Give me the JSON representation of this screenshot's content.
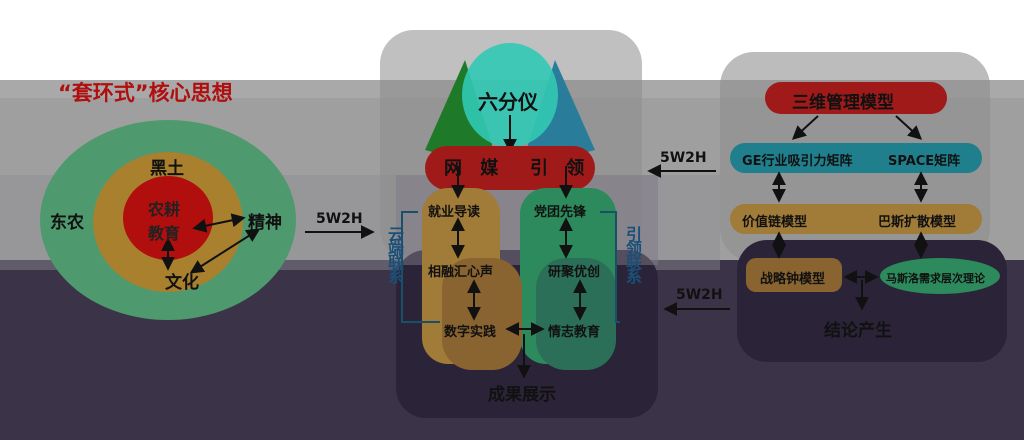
{
  "title": "“套环式”核心思想",
  "rings": {
    "outer": "东农",
    "middle_top": "黑土",
    "middle_right": "精神",
    "middle_bottom": "文化",
    "inner_line1": "农耕",
    "inner_line2": "教育"
  },
  "arrows": {
    "left_to_center": "5W2H",
    "right_top": "5W2H",
    "right_bottom": "5W2H"
  },
  "center": {
    "top": "六分仪",
    "left_header": "网 媒",
    "right_header": "引 领",
    "left_items": [
      "就业导读",
      "相融汇心声",
      "数字实践"
    ],
    "right_items": [
      "党团先锋",
      "研聚优创",
      "情志教育"
    ],
    "left_vertical": "云端联系",
    "right_vertical": "引领联系",
    "bottom": "成果展示"
  },
  "right": {
    "title": "三维管理模型",
    "row1": [
      "GE行业吸引力矩阵",
      "SPACE矩阵"
    ],
    "row2": [
      "价值链模型",
      "巴斯扩散模型"
    ],
    "row3": [
      "战略钟模型",
      "马斯洛需求层次理论"
    ],
    "bottom": "结论产生"
  },
  "colors": {
    "overlay_light": "#a7a7a7",
    "overlay_dark": "#3a3446",
    "outer_ring": "#4e9a6e",
    "middle_ring": "#a8802e",
    "inner_circle": "#b10e0e",
    "red_pill": "#a11a1a",
    "teal_pill": "#1f7f8c",
    "tan_block": "#a17b38",
    "green_block": "#2c8a5c",
    "dark_panel": "#2b2438"
  }
}
